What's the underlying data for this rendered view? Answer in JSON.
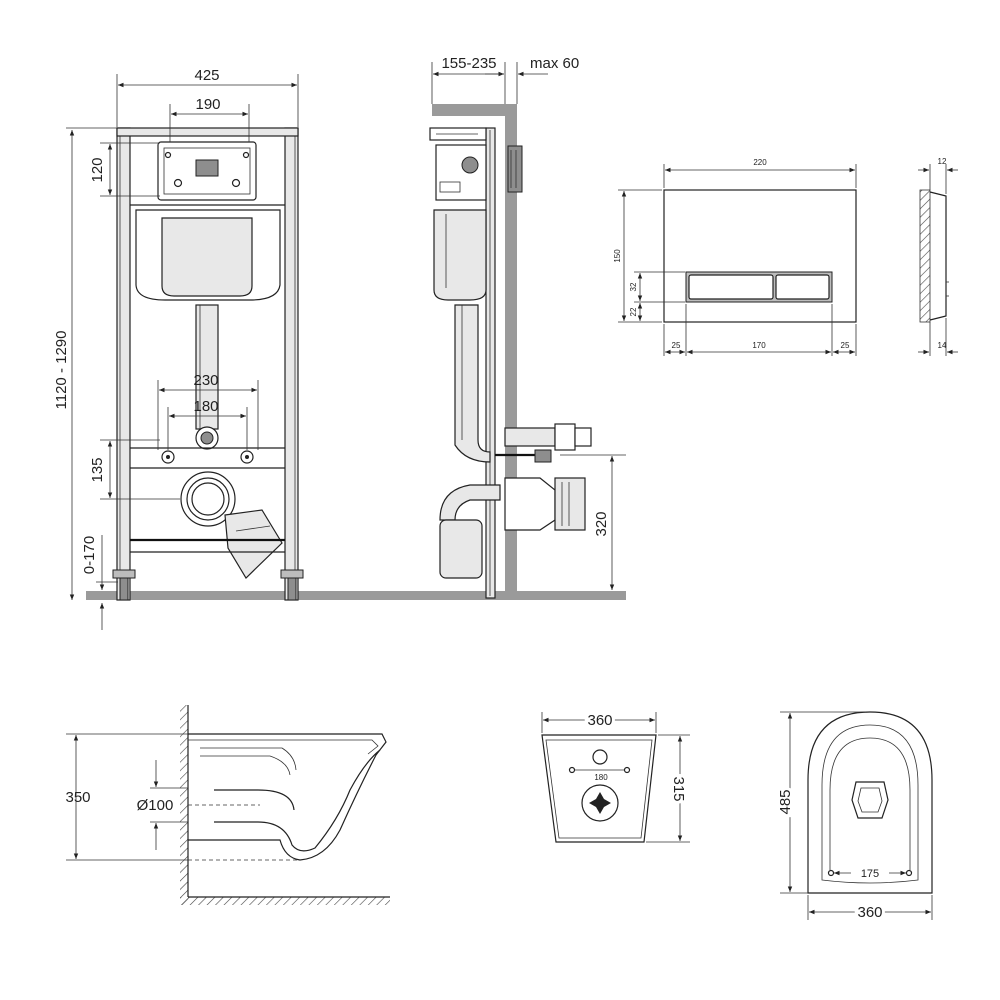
{
  "frame_front": {
    "width": "425",
    "plate_width": "190",
    "plate_height": "120",
    "total_height": "1120 - 1290",
    "bolt_spacing_outer": "230",
    "bolt_spacing_inner": "180",
    "outlet_height": "135",
    "foot_adjust": "0-170"
  },
  "frame_side": {
    "depth": "155-235",
    "wall_max": "max 60",
    "outlet_height": "320"
  },
  "flush_plate": {
    "width": "220",
    "height": "150",
    "button_height": "32",
    "button_bottom": "22",
    "margin_left": "25",
    "buttons_width": "170",
    "margin_right": "25",
    "depth_top": "12",
    "depth_bottom": "14"
  },
  "bowl_side": {
    "height": "350",
    "pipe_diameter": "Ø100"
  },
  "bowl_rear": {
    "width": "360",
    "height": "315",
    "bolt_spacing": "180"
  },
  "bowl_top": {
    "length": "485",
    "width": "360",
    "bolt_spacing": "175"
  }
}
